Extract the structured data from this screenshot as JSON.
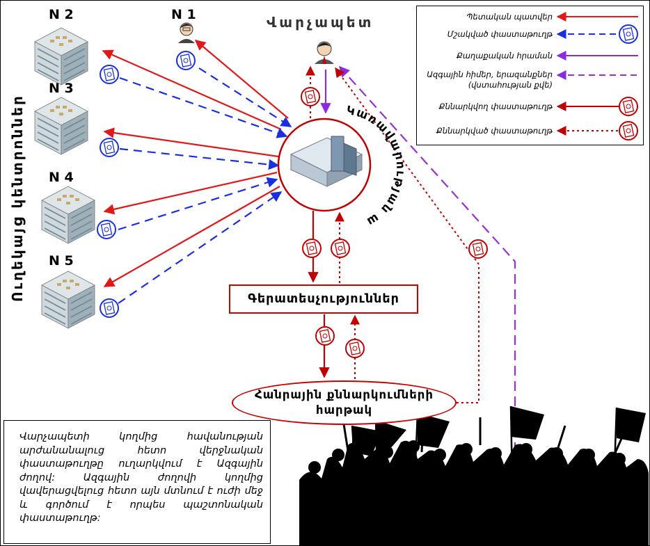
{
  "prime_minister_label": "Վարչապետ",
  "centers": [
    {
      "label": "N 1"
    },
    {
      "label": "N 2"
    },
    {
      "label": "N 3"
    },
    {
      "label": "N 4"
    },
    {
      "label": "N 5"
    }
  ],
  "directed_centers_label": "Ուղեկայց կենտրոններ",
  "government_label": "Կառավարության աշխատակազմ",
  "offices_label": "Գերատեսչություններ",
  "hearings_label_line1": "Հանրային քննարկումների",
  "hearings_label_line2": "հարթակ",
  "note": "Վարչապետի կողմից հավանության արժանանալուց հետո վերջնական փաստաթուղթը ուղարկվում է Ազգային ժողով: Ազգային ժողովի կողմից վավերացվելուց հետո այն մտնում է ուժի մեջ և գործում է որպես պաշտոնական փաստաթուղթ:",
  "legend": {
    "items": [
      {
        "label": "Պետական պատվեր",
        "color": "#e01818",
        "style": "solid",
        "icon": "none"
      },
      {
        "label": "Մշակված փաստաթուղթ",
        "color": "#1a2fe0",
        "style": "dashed",
        "icon": "document-icon-blue"
      },
      {
        "label": "Քաղաքական հրաման",
        "color": "#8a2be2",
        "style": "solid",
        "icon": "none"
      },
      {
        "label": "Ազգային հիմեր, երազանքներ",
        "label2": "(վստահության քվե)",
        "color": "#9a30d0",
        "style": "dashed",
        "icon": "none"
      },
      {
        "label": "Քննարկվող փաստաթուղթ",
        "color": "#c00000",
        "style": "solid",
        "icon": "document-icon-red"
      },
      {
        "label": "Քննարկված փաստաթուղթ",
        "color": "#c00000",
        "style": "dotted",
        "icon": "document-icon-red"
      }
    ]
  },
  "colors": {
    "state_order": "#e01818",
    "developed_doc": "#1a2fe0",
    "political_command": "#8a2be2",
    "national_dreams": "#9a30d0",
    "discussed_doc": "#c00000"
  }
}
